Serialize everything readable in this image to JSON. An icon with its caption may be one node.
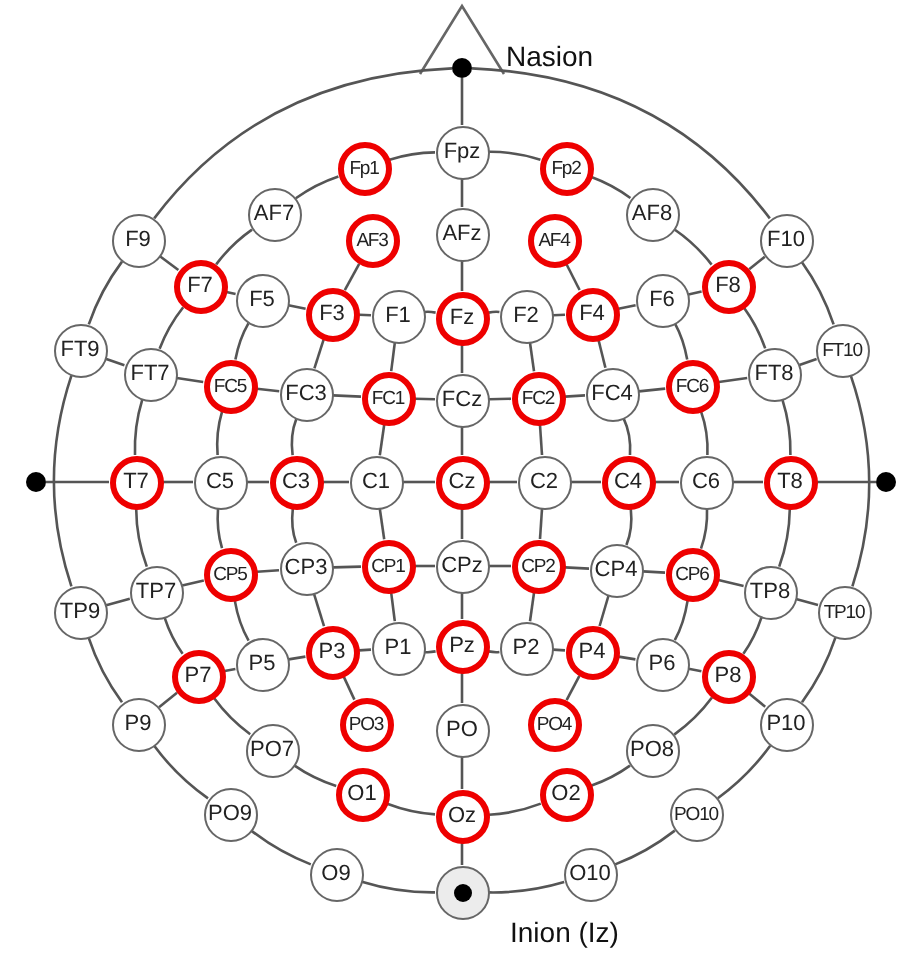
{
  "diagram": {
    "nodes": [
      {
        "text": [],
        "shape": "circle",
        "beside": [
          "Nasion"
        ]
      },
      {
        "text": [
          "Fpz"
        ]
      },
      {
        "text": [
          "Fp1"
        ]
      },
      {
        "text": [
          "Fp2"
        ]
      },
      {
        "text": [
          "AF7"
        ]
      },
      {
        "text": [
          "AF3"
        ]
      },
      {
        "text": [
          "AFz"
        ]
      },
      {
        "text": [
          "AF4"
        ]
      },
      {
        "text": [
          "AF8"
        ]
      },
      {
        "text": [
          "F9"
        ]
      },
      {
        "text": [
          "F7"
        ]
      },
      {
        "text": [
          "F5"
        ]
      },
      {
        "text": [
          "F3"
        ]
      },
      {
        "text": [
          "F1"
        ]
      },
      {
        "text": [
          "Fz"
        ]
      },
      {
        "text": [
          "F2"
        ]
      },
      {
        "text": [
          "F4"
        ]
      },
      {
        "text": [
          "F6"
        ]
      },
      {
        "text": [
          "F8"
        ]
      },
      {
        "text": [
          "F10"
        ]
      },
      {
        "text": [
          "FT9"
        ]
      },
      {
        "text": [
          "FT7"
        ]
      },
      {
        "text": [
          "FC5"
        ]
      },
      {
        "text": [
          "FC3"
        ]
      },
      {
        "text": [
          "FC1"
        ]
      },
      {
        "text": [
          "FCz"
        ]
      },
      {
        "text": [
          "FC2"
        ]
      },
      {
        "text": [
          "FC4"
        ]
      },
      {
        "text": [
          "FC6"
        ]
      },
      {
        "text": [
          "FT8"
        ]
      },
      {
        "text": [
          "FT10"
        ]
      },
      {
        "text": [
          "T7"
        ]
      },
      {
        "text": [
          "C5"
        ]
      },
      {
        "text": [
          "C3"
        ]
      },
      {
        "text": [
          "C1"
        ]
      },
      {
        "text": [
          "Cz"
        ]
      },
      {
        "text": [
          "C2"
        ]
      },
      {
        "text": [
          "C4"
        ]
      },
      {
        "text": [
          "C6"
        ]
      },
      {
        "text": [
          "T8"
        ]
      },
      {
        "text": [
          "TP9"
        ]
      },
      {
        "text": [
          "TP7"
        ]
      },
      {
        "text": [
          "CP5"
        ]
      },
      {
        "text": [
          "CP3"
        ]
      },
      {
        "text": [
          "CP1"
        ]
      },
      {
        "text": [
          "CPz"
        ]
      },
      {
        "text": [
          "CP2"
        ]
      },
      {
        "text": [
          "CP4"
        ]
      },
      {
        "text": [
          "CP6"
        ]
      },
      {
        "text": [
          "TP8"
        ]
      },
      {
        "text": [
          "TP10"
        ]
      },
      {
        "text": [
          "P7"
        ]
      },
      {
        "text": [
          "P5"
        ]
      },
      {
        "text": [
          "P3"
        ]
      },
      {
        "text": [
          "P1"
        ]
      },
      {
        "text": [
          "Pz"
        ]
      },
      {
        "text": [
          "P2"
        ]
      },
      {
        "text": [
          "P4"
        ]
      },
      {
        "text": [
          "P6"
        ]
      },
      {
        "text": [
          "P8"
        ]
      },
      {
        "text": [
          "P9"
        ]
      },
      {
        "text": [
          "PO3"
        ]
      },
      {
        "text": [
          "PO"
        ]
      },
      {
        "text": [
          "PO4"
        ]
      },
      {
        "text": [
          "P10"
        ]
      },
      {
        "text": [
          "PO7"
        ]
      },
      {
        "text": [
          "PO8"
        ]
      },
      {
        "text": [
          "O1"
        ]
      },
      {
        "text": [
          "Oz"
        ]
      },
      {
        "text": [
          "O2"
        ]
      },
      {
        "text": [
          "PO9"
        ]
      },
      {
        "text": [
          "PO10"
        ]
      },
      {
        "text": [
          "O9"
        ]
      },
      {
        "text": [],
        "shape": "circle",
        "beside": [
          "Inion (Iz)"
        ]
      },
      {
        "text": [
          "O10"
        ]
      },
      {
        "text": [],
        "shape": "circle"
      },
      {
        "text": [],
        "shape": "circle"
      }
    ],
    "edges": [
      {
        "from": 0,
        "to": 1,
        "arrow": "none"
      },
      {
        "from": 1,
        "to": 6,
        "arrow": "none"
      },
      {
        "from": 6,
        "to": 14,
        "arrow": "none"
      },
      {
        "from": 14,
        "to": 25,
        "arrow": "none"
      },
      {
        "from": 25,
        "to": 35,
        "arrow": "none"
      },
      {
        "from": 35,
        "to": 45,
        "arrow": "none"
      },
      {
        "from": 45,
        "to": 55,
        "arrow": "none"
      },
      {
        "from": 55,
        "to": 62,
        "arrow": "none"
      },
      {
        "from": 62,
        "to": 68,
        "arrow": "none"
      },
      {
        "from": 68,
        "to": 73,
        "arrow": "none"
      },
      {
        "from": 0,
        "to": 9,
        "arrow": "none"
      },
      {
        "from": 9,
        "to": 20,
        "arrow": "none"
      },
      {
        "from": 20,
        "to": 40,
        "arrow": "none"
      },
      {
        "from": 40,
        "to": 60,
        "arrow": "none"
      },
      {
        "from": 60,
        "to": 70,
        "arrow": "none"
      },
      {
        "from": 70,
        "to": 72,
        "arrow": "none"
      },
      {
        "from": 72,
        "to": 73,
        "arrow": "none"
      },
      {
        "from": 73,
        "to": 74,
        "arrow": "none"
      },
      {
        "from": 74,
        "to": 71,
        "arrow": "none"
      },
      {
        "from": 71,
        "to": 64,
        "arrow": "none"
      },
      {
        "from": 64,
        "to": 50,
        "arrow": "none"
      },
      {
        "from": 50,
        "to": 30,
        "arrow": "none"
      },
      {
        "from": 30,
        "to": 19,
        "arrow": "none"
      },
      {
        "from": 19,
        "to": 0,
        "arrow": "none"
      },
      {
        "from": 1,
        "to": 2,
        "arrow": "none"
      },
      {
        "from": 2,
        "to": 4,
        "arrow": "none"
      },
      {
        "from": 4,
        "to": 10,
        "arrow": "none"
      },
      {
        "from": 10,
        "to": 21,
        "arrow": "none"
      },
      {
        "from": 21,
        "to": 31,
        "arrow": "none"
      },
      {
        "from": 31,
        "to": 41,
        "arrow": "none"
      },
      {
        "from": 41,
        "to": 51,
        "arrow": "none"
      },
      {
        "from": 51,
        "to": 65,
        "arrow": "none"
      },
      {
        "from": 65,
        "to": 67,
        "arrow": "none"
      },
      {
        "from": 67,
        "to": 68,
        "arrow": "none"
      },
      {
        "from": 68,
        "to": 69,
        "arrow": "none"
      },
      {
        "from": 69,
        "to": 66,
        "arrow": "none"
      },
      {
        "from": 66,
        "to": 59,
        "arrow": "none"
      },
      {
        "from": 59,
        "to": 49,
        "arrow": "none"
      },
      {
        "from": 49,
        "to": 39,
        "arrow": "none"
      },
      {
        "from": 39,
        "to": 29,
        "arrow": "none"
      },
      {
        "from": 29,
        "to": 18,
        "arrow": "none"
      },
      {
        "from": 18,
        "to": 8,
        "arrow": "none"
      },
      {
        "from": 8,
        "to": 3,
        "arrow": "none"
      },
      {
        "from": 3,
        "to": 1,
        "arrow": "none"
      },
      {
        "from": 9,
        "to": 10,
        "arrow": "none"
      },
      {
        "from": 20,
        "to": 21,
        "arrow": "none"
      },
      {
        "from": 40,
        "to": 41,
        "arrow": "none"
      },
      {
        "from": 60,
        "to": 51,
        "arrow": "none"
      },
      {
        "from": 19,
        "to": 18,
        "arrow": "none"
      },
      {
        "from": 30,
        "to": 29,
        "arrow": "none"
      },
      {
        "from": 50,
        "to": 49,
        "arrow": "none"
      },
      {
        "from": 64,
        "to": 59,
        "arrow": "none"
      },
      {
        "from": 10,
        "to": 11,
        "arrow": "none"
      },
      {
        "from": 11,
        "to": 12,
        "arrow": "none"
      },
      {
        "from": 12,
        "to": 13,
        "arrow": "none"
      },
      {
        "from": 13,
        "to": 14,
        "arrow": "none"
      },
      {
        "from": 14,
        "to": 15,
        "arrow": "none"
      },
      {
        "from": 15,
        "to": 16,
        "arrow": "none"
      },
      {
        "from": 16,
        "to": 17,
        "arrow": "none"
      },
      {
        "from": 17,
        "to": 18,
        "arrow": "none"
      },
      {
        "from": 21,
        "to": 22,
        "arrow": "none"
      },
      {
        "from": 22,
        "to": 23,
        "arrow": "none"
      },
      {
        "from": 23,
        "to": 24,
        "arrow": "none"
      },
      {
        "from": 24,
        "to": 25,
        "arrow": "none"
      },
      {
        "from": 25,
        "to": 26,
        "arrow": "none"
      },
      {
        "from": 26,
        "to": 27,
        "arrow": "none"
      },
      {
        "from": 27,
        "to": 28,
        "arrow": "none"
      },
      {
        "from": 28,
        "to": 29,
        "arrow": "none"
      },
      {
        "from": 31,
        "to": 32,
        "arrow": "none"
      },
      {
        "from": 32,
        "to": 33,
        "arrow": "none"
      },
      {
        "from": 33,
        "to": 34,
        "arrow": "none"
      },
      {
        "from": 34,
        "to": 35,
        "arrow": "none"
      },
      {
        "from": 35,
        "to": 36,
        "arrow": "none"
      },
      {
        "from": 36,
        "to": 37,
        "arrow": "none"
      },
      {
        "from": 37,
        "to": 38,
        "arrow": "none"
      },
      {
        "from": 38,
        "to": 39,
        "arrow": "none"
      },
      {
        "from": 41,
        "to": 42,
        "arrow": "none"
      },
      {
        "from": 42,
        "to": 43,
        "arrow": "none"
      },
      {
        "from": 43,
        "to": 44,
        "arrow": "none"
      },
      {
        "from": 44,
        "to": 45,
        "arrow": "none"
      },
      {
        "from": 45,
        "to": 46,
        "arrow": "none"
      },
      {
        "from": 46,
        "to": 47,
        "arrow": "none"
      },
      {
        "from": 47,
        "to": 48,
        "arrow": "none"
      },
      {
        "from": 48,
        "to": 49,
        "arrow": "none"
      },
      {
        "from": 51,
        "to": 52,
        "arrow": "none"
      },
      {
        "from": 52,
        "to": 53,
        "arrow": "none"
      },
      {
        "from": 53,
        "to": 54,
        "arrow": "none"
      },
      {
        "from": 54,
        "to": 55,
        "arrow": "none"
      },
      {
        "from": 55,
        "to": 56,
        "arrow": "none"
      },
      {
        "from": 56,
        "to": 57,
        "arrow": "none"
      },
      {
        "from": 57,
        "to": 58,
        "arrow": "none"
      },
      {
        "from": 58,
        "to": 59,
        "arrow": "none"
      },
      {
        "from": 5,
        "to": 12,
        "arrow": "none"
      },
      {
        "from": 7,
        "to": 16,
        "arrow": "none"
      },
      {
        "from": 53,
        "to": 61,
        "arrow": "none"
      },
      {
        "from": 57,
        "to": 63,
        "arrow": "none"
      },
      {
        "from": 11,
        "to": 22,
        "arrow": "none"
      },
      {
        "from": 22,
        "to": 32,
        "arrow": "none"
      },
      {
        "from": 32,
        "to": 42,
        "arrow": "none"
      },
      {
        "from": 42,
        "to": 52,
        "arrow": "none"
      },
      {
        "from": 12,
        "to": 23,
        "arrow": "none"
      },
      {
        "from": 23,
        "to": 33,
        "arrow": "none"
      },
      {
        "from": 33,
        "to": 43,
        "arrow": "none"
      },
      {
        "from": 43,
        "to": 53,
        "arrow": "none"
      },
      {
        "from": 13,
        "to": 24,
        "arrow": "none"
      },
      {
        "from": 24,
        "to": 34,
        "arrow": "none"
      },
      {
        "from": 34,
        "to": 44,
        "arrow": "none"
      },
      {
        "from": 44,
        "to": 54,
        "arrow": "none"
      },
      {
        "from": 15,
        "to": 26,
        "arrow": "none"
      },
      {
        "from": 26,
        "to": 36,
        "arrow": "none"
      },
      {
        "from": 36,
        "to": 46,
        "arrow": "none"
      },
      {
        "from": 46,
        "to": 56,
        "arrow": "none"
      },
      {
        "from": 16,
        "to": 27,
        "arrow": "none"
      },
      {
        "from": 27,
        "to": 37,
        "arrow": "none"
      },
      {
        "from": 37,
        "to": 47,
        "arrow": "none"
      },
      {
        "from": 47,
        "to": 57,
        "arrow": "none"
      },
      {
        "from": 75,
        "to": 31,
        "arrow": "none"
      },
      {
        "from": 76,
        "to": 39,
        "arrow": "none"
      },
      {
        "from": 17,
        "to": 28,
        "arrow": "none"
      },
      {
        "from": 28,
        "to": 38,
        "arrow": "none"
      },
      {
        "from": 38,
        "to": 48,
        "arrow": "none"
      },
      {
        "from": 48,
        "to": 58,
        "arrow": "none"
      }
    ]
  }
}
